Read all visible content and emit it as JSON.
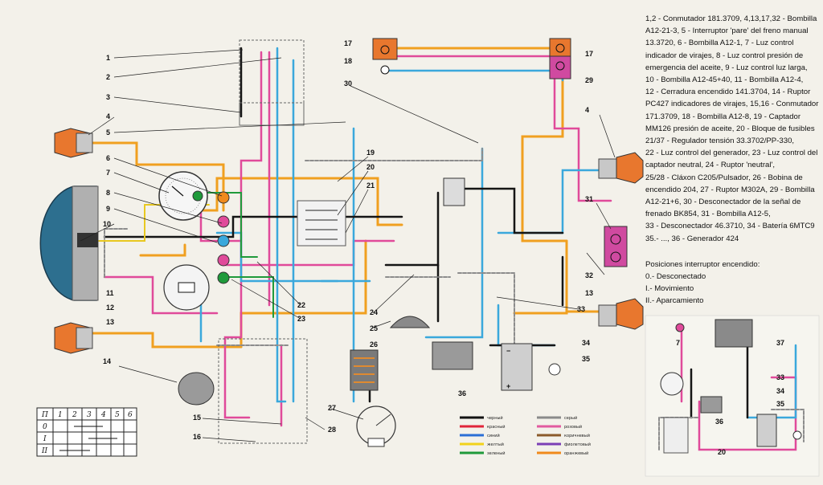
{
  "legend_lines": [
    "1,2 - Conmutador 181.3709, 4,13,17,32 - Bombilla",
    "A12-21-3, 5 - Interruptor 'pare' del freno manual",
    "13.3720, 6 - Bombilla A12-1, 7 - Luz control",
    "indicador de virajes, 8 - Luz control presión de",
    "emergencia del aceite, 9 - Luz control luz larga,",
    "10 - Bombilla A12-45+40, 11 - Bombilla A12-4,",
    "12 - Cerradura encendido 141.3704, 14 - Ruptor",
    "PC427 indicadores de virajes, 15,16 - Conmutador",
    "171.3709, 18 - Bombilla A12-8, 19 - Captador",
    "MM126 presión de aceite, 20 - Bloque de fusibles",
    "21/37 - Regulador tensión 33.3702/PP-330,",
    "22 - Luz control del generador, 23 - Luz control del",
    "captador neutral, 24 - Ruptor 'neutral',",
    "25/28 - Cláxon C205/Pulsador, 26 - Bobina de",
    "encendido 204, 27 - Ruptor M302A, 29 - Bombilla",
    "A12-21+6, 30 - Desconectador de la señal de",
    "frenado BK854, 31 - Bombilla A12-5,",
    "33 - Desconectador 46.3710, 34 - Batería 6MTC9",
    "35.- ..., 36 - Generador 424"
  ],
  "positions": {
    "title": "Posiciones interruptor encendido:",
    "items": [
      "0.- Desconectado",
      "I.- Movimiento",
      "II.- Aparcamiento"
    ]
  },
  "callouts": {
    "n1": "1",
    "n2": "2",
    "n3": "3",
    "n4": "4",
    "n5": "5",
    "n6": "6",
    "n7": "7",
    "n8": "8",
    "n9": "9",
    "n10": "10",
    "n11": "11",
    "n12": "12",
    "n13a": "13",
    "n13b": "13",
    "n14": "14",
    "n15": "15",
    "n16": "16",
    "n17a": "17",
    "n17b": "17",
    "n18": "18",
    "n19": "19",
    "n20": "20",
    "n21": "21",
    "n22": "22",
    "n23": "23",
    "n24": "24",
    "n25": "25",
    "n26": "26",
    "n27": "27",
    "n28": "28",
    "n29": "29",
    "n30": "30",
    "n31": "31",
    "n32": "32",
    "n33": "33",
    "n34": "34",
    "n35": "35",
    "n36": "36",
    "n4b": "4",
    "i7": "7",
    "i20": "20",
    "i33": "33",
    "i34": "34",
    "i35": "35",
    "i36": "36",
    "i37": "37"
  },
  "switch_table": {
    "header": [
      "П",
      "1",
      "2",
      "3",
      "4",
      "5",
      "6"
    ],
    "rows": [
      "0",
      "I",
      "II"
    ]
  },
  "wire_legend": [
    {
      "label": "черный",
      "color": "#111111"
    },
    {
      "label": "красный",
      "color": "#e0253a"
    },
    {
      "label": "синий",
      "color": "#2b6fd6"
    },
    {
      "label": "желтый",
      "color": "#f2d21a"
    },
    {
      "label": "зеленый",
      "color": "#1f9a3b"
    },
    {
      "label": "серый",
      "color": "#8a8a8a"
    },
    {
      "label": "розовый",
      "color": "#e25aa0"
    },
    {
      "label": "коричневый",
      "color": "#8b5a2b"
    },
    {
      "label": "фиолетовый",
      "color": "#7b3fb5"
    },
    {
      "label": "оранжевый",
      "color": "#f08a1c"
    }
  ],
  "colors": {
    "orange_wire": "#f0a020",
    "pink_wire": "#e04a9a",
    "blue_wire": "#3aa8dc",
    "black_wire": "#151515",
    "gray_wire": "#9a9a9a",
    "headlight": "#2d6f8f",
    "lamp_housing": "#e8772e"
  }
}
